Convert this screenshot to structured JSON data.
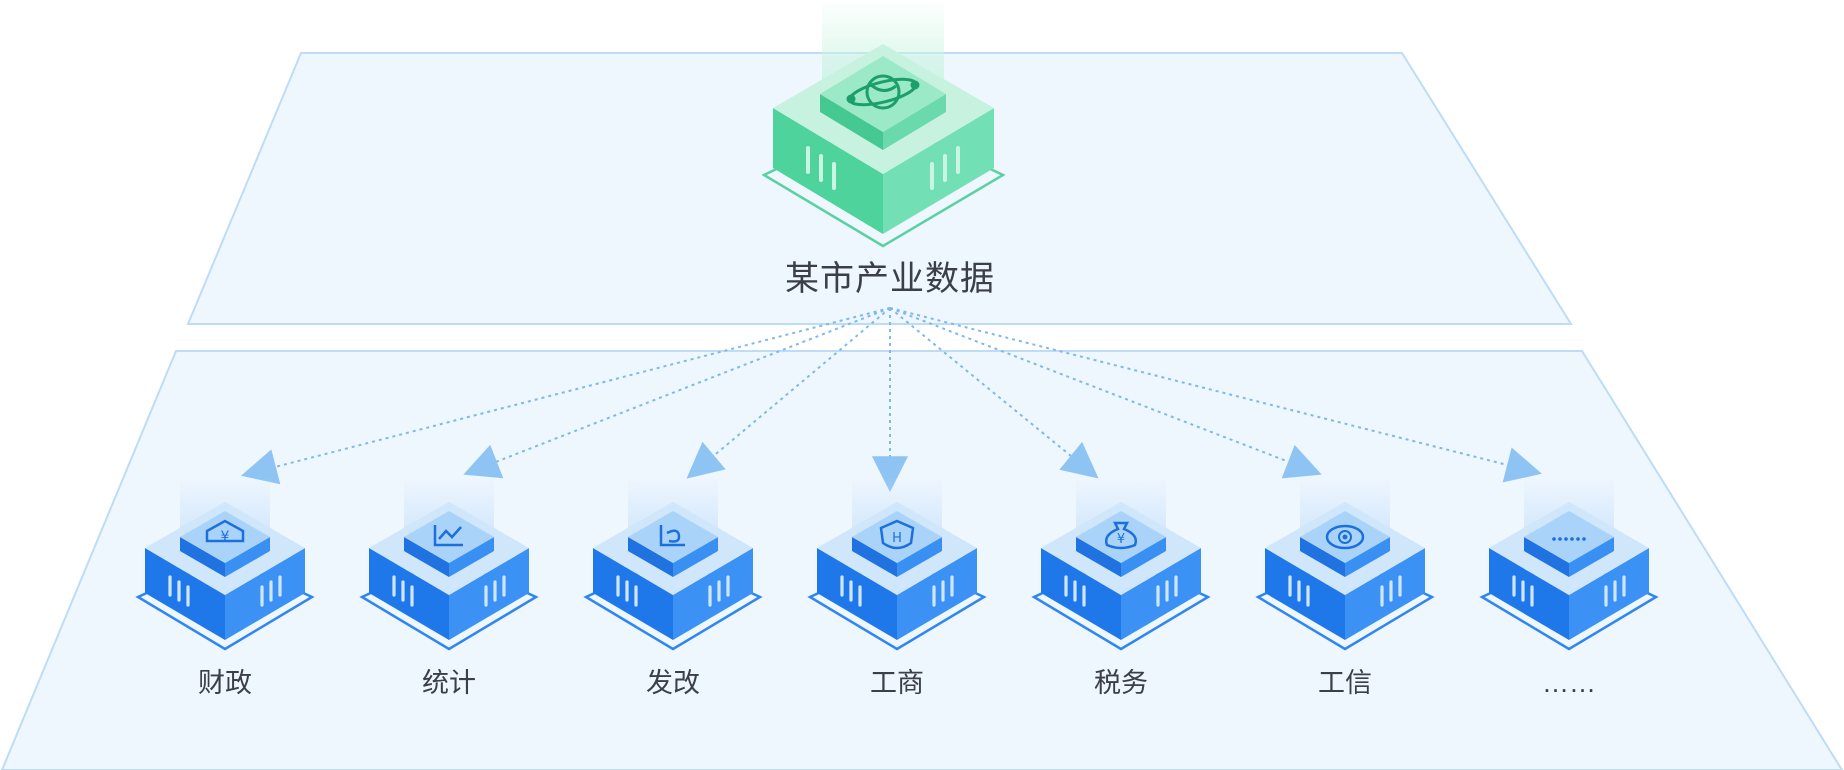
{
  "top_node": {
    "label": "某市产业数据",
    "icon": "globe-orbit-icon",
    "color": "#4fd39c"
  },
  "department_nodes": [
    {
      "label": "财政",
      "icon": "house-yuan-icon"
    },
    {
      "label": "统计",
      "icon": "chart-line-icon"
    },
    {
      "label": "发改",
      "icon": "trend-icon"
    },
    {
      "label": "工商",
      "icon": "shield-badge-icon"
    },
    {
      "label": "税务",
      "icon": "money-bag-yuan-icon"
    },
    {
      "label": "工信",
      "icon": "badge-star-icon"
    },
    {
      "label": "……",
      "icon": "ellipsis-icon"
    }
  ],
  "colors": {
    "platform_fill": "#eef6fe",
    "platform_stroke": "#bfdcf6",
    "connector": "#7fb8ee",
    "department_node": "#2f86f0"
  }
}
